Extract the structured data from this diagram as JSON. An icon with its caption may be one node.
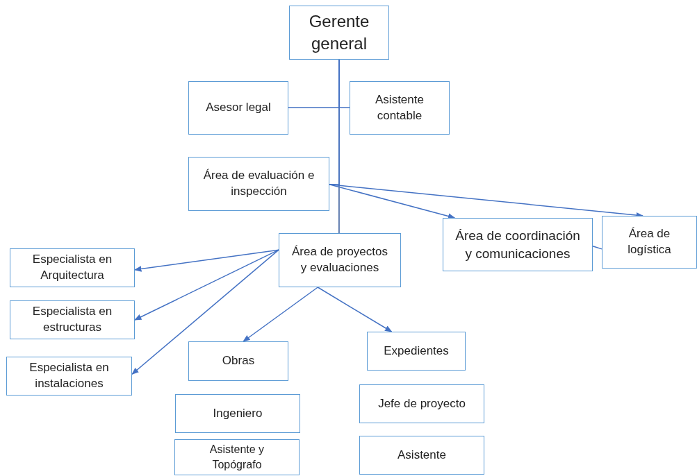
{
  "diagram": {
    "nodes": [
      {
        "text": [
          "Gerente general"
        ]
      },
      {
        "text": [
          "Asesor legal"
        ]
      },
      {
        "text": [
          "Asistente contable"
        ]
      },
      {
        "text": [
          "Área de evaluación e inspección"
        ]
      },
      {
        "text": [
          "Área de proyectos y evaluaciones"
        ]
      },
      {
        "text": [
          "Área de coordinación y comunicaciones"
        ]
      },
      {
        "text": [
          "Área de logística"
        ]
      },
      {
        "text": [
          "Especialista en Arquitectura"
        ]
      },
      {
        "text": [
          "Especialista en estructuras"
        ]
      },
      {
        "text": [
          "Especialista en instalaciones"
        ]
      },
      {
        "text": [
          "Obras"
        ]
      },
      {
        "text": [
          "Expedientes"
        ]
      },
      {
        "text": [
          "Ingeniero"
        ]
      },
      {
        "text": [
          "Asistente y Topógrafo"
        ]
      },
      {
        "text": [
          "Jefe de proyecto"
        ]
      },
      {
        "text": [
          "Asistente"
        ]
      }
    ],
    "edges": [
      {
        "from": 0,
        "to": 4,
        "arrow": "none",
        "color": "#2f5597"
      },
      {
        "from": 0,
        "to": 1,
        "arrow": "none"
      },
      {
        "from": 0,
        "to": 2,
        "arrow": "none"
      },
      {
        "from": 0,
        "to": 3,
        "arrow": "none"
      },
      {
        "from": 3,
        "to": 5,
        "arrow": "to"
      },
      {
        "from": 3,
        "to": 6,
        "arrow": "to"
      },
      {
        "from": 5,
        "to": 6,
        "arrow": "none"
      },
      {
        "from": 4,
        "to": 7,
        "arrow": "to"
      },
      {
        "from": 4,
        "to": 8,
        "arrow": "to"
      },
      {
        "from": 4,
        "to": 9,
        "arrow": "to"
      },
      {
        "from": 4,
        "to": 10,
        "arrow": "to"
      },
      {
        "from": 4,
        "to": 11,
        "arrow": "to"
      }
    ]
  }
}
